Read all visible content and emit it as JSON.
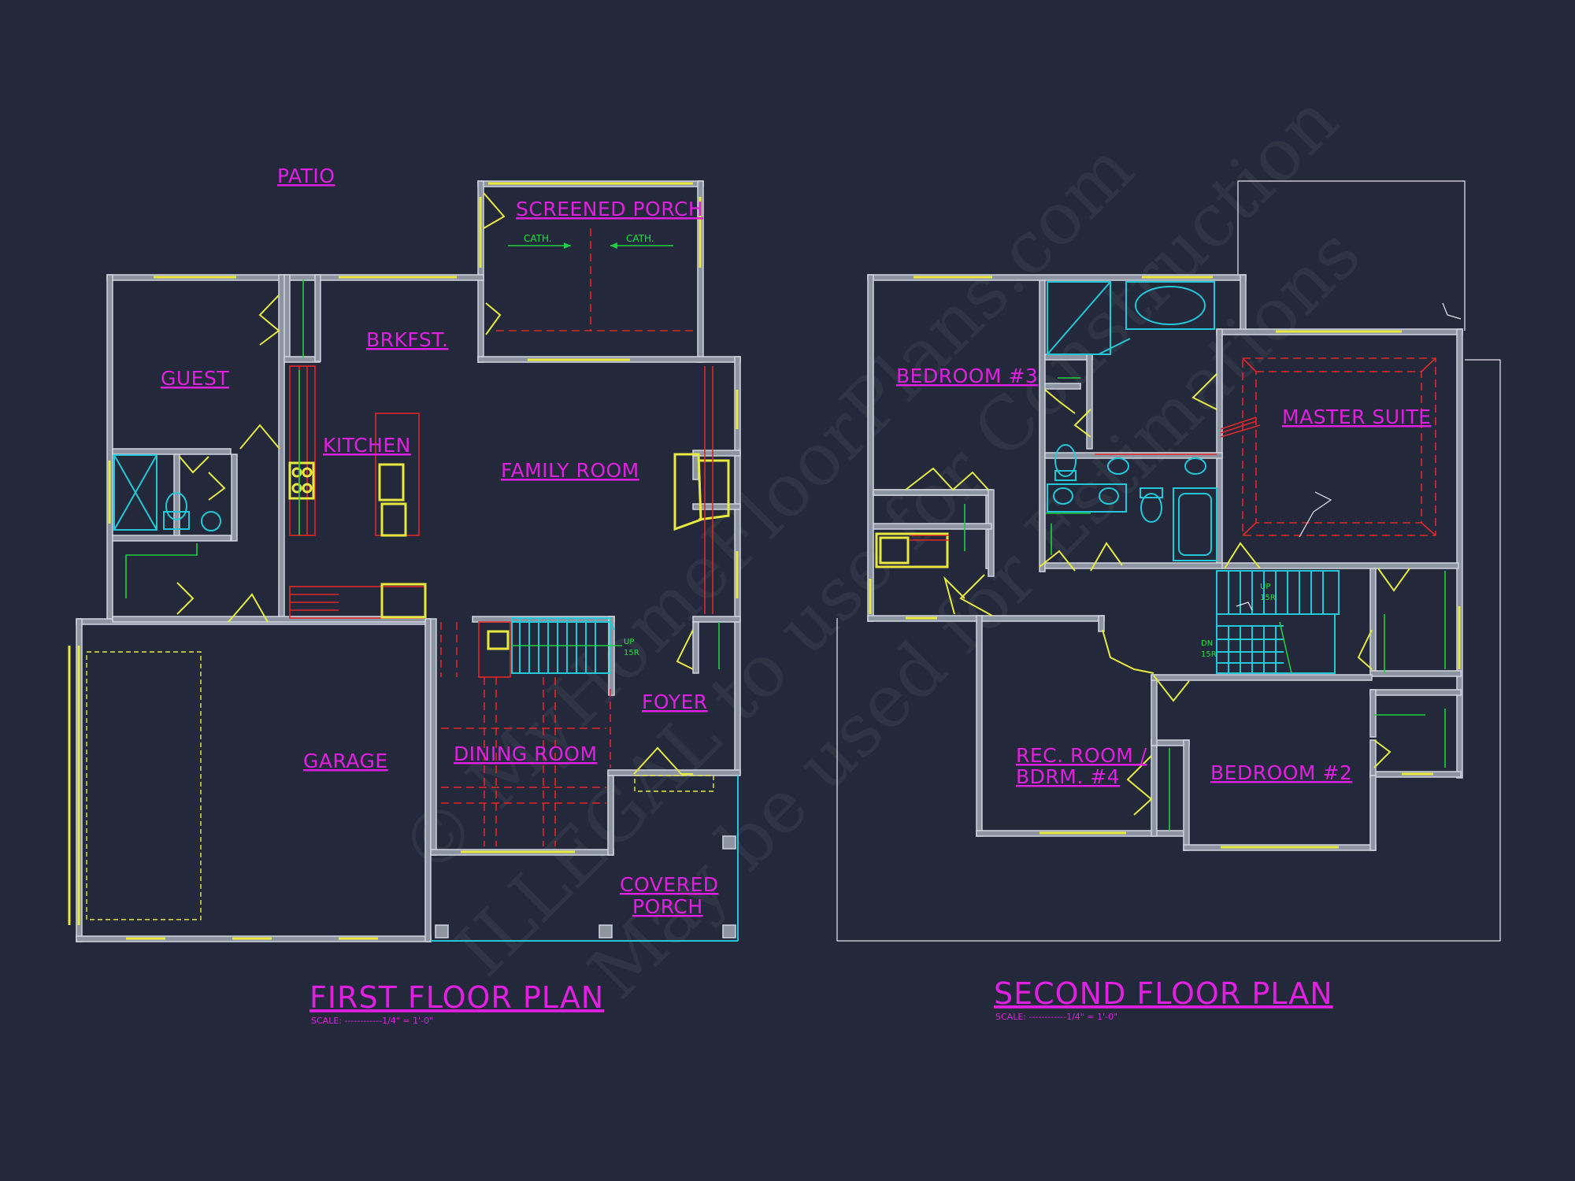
{
  "watermark": {
    "line1": "© MyHomeFloorPlans.com",
    "line2": "ILLEGAL to use for Construction",
    "line3": "May be used for Estimations"
  },
  "first_floor": {
    "title": "FIRST FLOOR PLAN",
    "scale": "SCALE: ------------1/4\" = 1'-0\"",
    "rooms": {
      "patio": "PATIO",
      "screened_porch": "SCREENED PORCH",
      "cath_left": "CATH.",
      "cath_right": "CATH.",
      "brkfst": "BRKFST.",
      "guest": "GUEST",
      "kitchen": "KITCHEN",
      "family_room": "FAMILY ROOM",
      "foyer": "FOYER",
      "dining_room": "DINING ROOM",
      "garage": "GARAGE",
      "covered_porch_1": "COVERED",
      "covered_porch_2": "PORCH"
    },
    "stair_up": "UP",
    "stair_risers": "15R"
  },
  "second_floor": {
    "title": "SECOND FLOOR PLAN",
    "scale": "SCALE: ------------1/4\" = 1'-0\"",
    "rooms": {
      "bedroom3": "BEDROOM #3",
      "master_suite": "MASTER SUITE",
      "rec_room_1": "REC. ROOM /",
      "rec_room_2": "BDRM. #4",
      "bedroom2": "BEDROOM #2"
    },
    "stair_up": "UP",
    "stair_risers": "15R",
    "stair_dn": "DN"
  },
  "colors": {
    "background": "#23283a",
    "label": "#e020e0",
    "wall": "#8d95a3",
    "window": "#e7e940",
    "fixture": "#23c8d8",
    "annotation": "#20d040"
  }
}
